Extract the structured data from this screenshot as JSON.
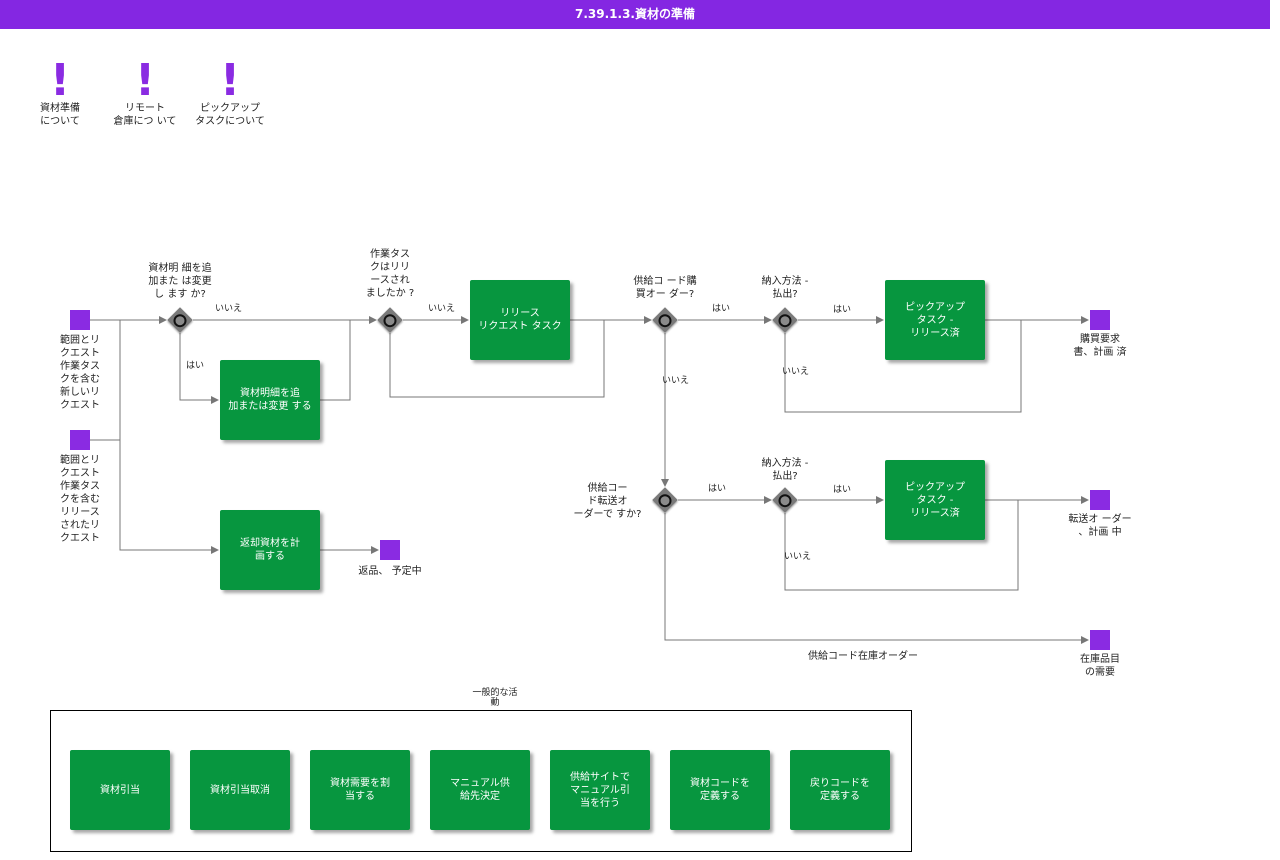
{
  "header": {
    "title": "7.39.1.3.資材の準備"
  },
  "info_icons": [
    {
      "icon": "exclamation-icon",
      "label": "資材準備\nについて"
    },
    {
      "icon": "exclamation-icon",
      "label": "リモート\n倉庫につ いて"
    },
    {
      "icon": "exclamation-icon",
      "label": "ピックアップ\nタスクについて"
    }
  ],
  "events": {
    "start1": "範囲とリ\nクエスト\n作業タス\nクを含む\n新しいリ\nクエスト",
    "start2": "範囲とリ\nクエスト\n作業タス\nクを含む\nリリース\nされたリ\nクエスト",
    "returns": "返品、 予定中",
    "purchase": "購買要求\n書、計画 済",
    "transfer": "転送オ ーダー\n、計画 中",
    "inventory": "在庫品目\nの需要"
  },
  "gateways": {
    "g1": "資材明 細を追\n加また は変更\nし ます か?",
    "g2": "作業タス\nクはリリ\nースされ\nましたか ?",
    "g3": "供給コ ード購\n買オー ダー?",
    "g4": "納入方法 -\n払出?",
    "g5": "供給コー\nド転送オ\nーダーで すか?",
    "g6": "納入方法 -\n払出?"
  },
  "tasks": {
    "add_change": "資材明細を追\n加または変更 する",
    "return_plan": "返却資材を計\n画する",
    "release": "リリース\nリクエスト タスク",
    "pickup1": "ピックアップ\nタスク -\nリリース済",
    "pickup2": "ピックアップ\nタスク -\nリリース済"
  },
  "flow_labels": {
    "g1_no": "いいえ",
    "g1_yes": "はい",
    "g2_no": "いいえ",
    "g3_yes": "はい",
    "g3_no": "いいえ",
    "g4_yes": "はい",
    "g4_no": "いいえ",
    "g5_yes": "はい",
    "g6_yes": "はい",
    "g6_no": "いいえ",
    "inventory_order": "供給コード在庫オーダー"
  },
  "group": {
    "title": "一般的な活\n動",
    "items": [
      "資材引当",
      "資材引当取消",
      "資材需要を割\n当する",
      "マニュアル供\n給先決定",
      "供給サイトで\nマニュアル引\n当を行う",
      "資材コードを\n定義する",
      "戻りコードを\n定義する"
    ]
  },
  "colors": {
    "header": "#8427e2",
    "event": "#8a2be2",
    "task": "#07963f",
    "gateway": "#7a7a7a",
    "line": "#777777"
  }
}
